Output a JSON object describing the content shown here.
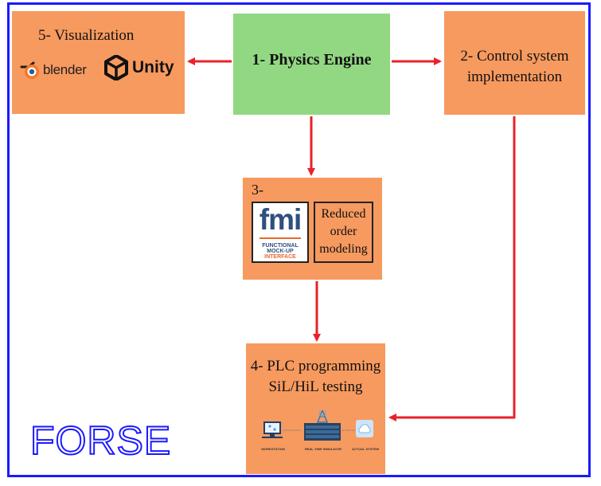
{
  "boxes": {
    "visualization": {
      "title": "5- Visualization",
      "logos": {
        "blender": "blender",
        "unity": "Unity"
      }
    },
    "physics": {
      "title": "1- Physics Engine"
    },
    "control": {
      "line1": "2- Control system",
      "line2": "implementation"
    },
    "reduced": {
      "title": "3-",
      "fmi": {
        "logo": "fmi",
        "line1": "FUNCTIONAL",
        "line2": "MOCK-UP",
        "line3": "INTERFACE"
      },
      "rom": {
        "line1": "Reduced",
        "line2": "order",
        "line3": "modeling"
      }
    },
    "plc": {
      "line1": "4- PLC programming",
      "line2": "SiL/HiL testing",
      "labels": {
        "workstation": "WORKSTATION",
        "simulator": "REAL-TIME SIMULATOR",
        "actual": "ACTUAL SYSTEM"
      }
    }
  },
  "brand": "FORSE",
  "colors": {
    "orange": "#f79a5f",
    "green": "#92d882",
    "arrow": "#e8222a",
    "frame": "#1a1aff"
  }
}
